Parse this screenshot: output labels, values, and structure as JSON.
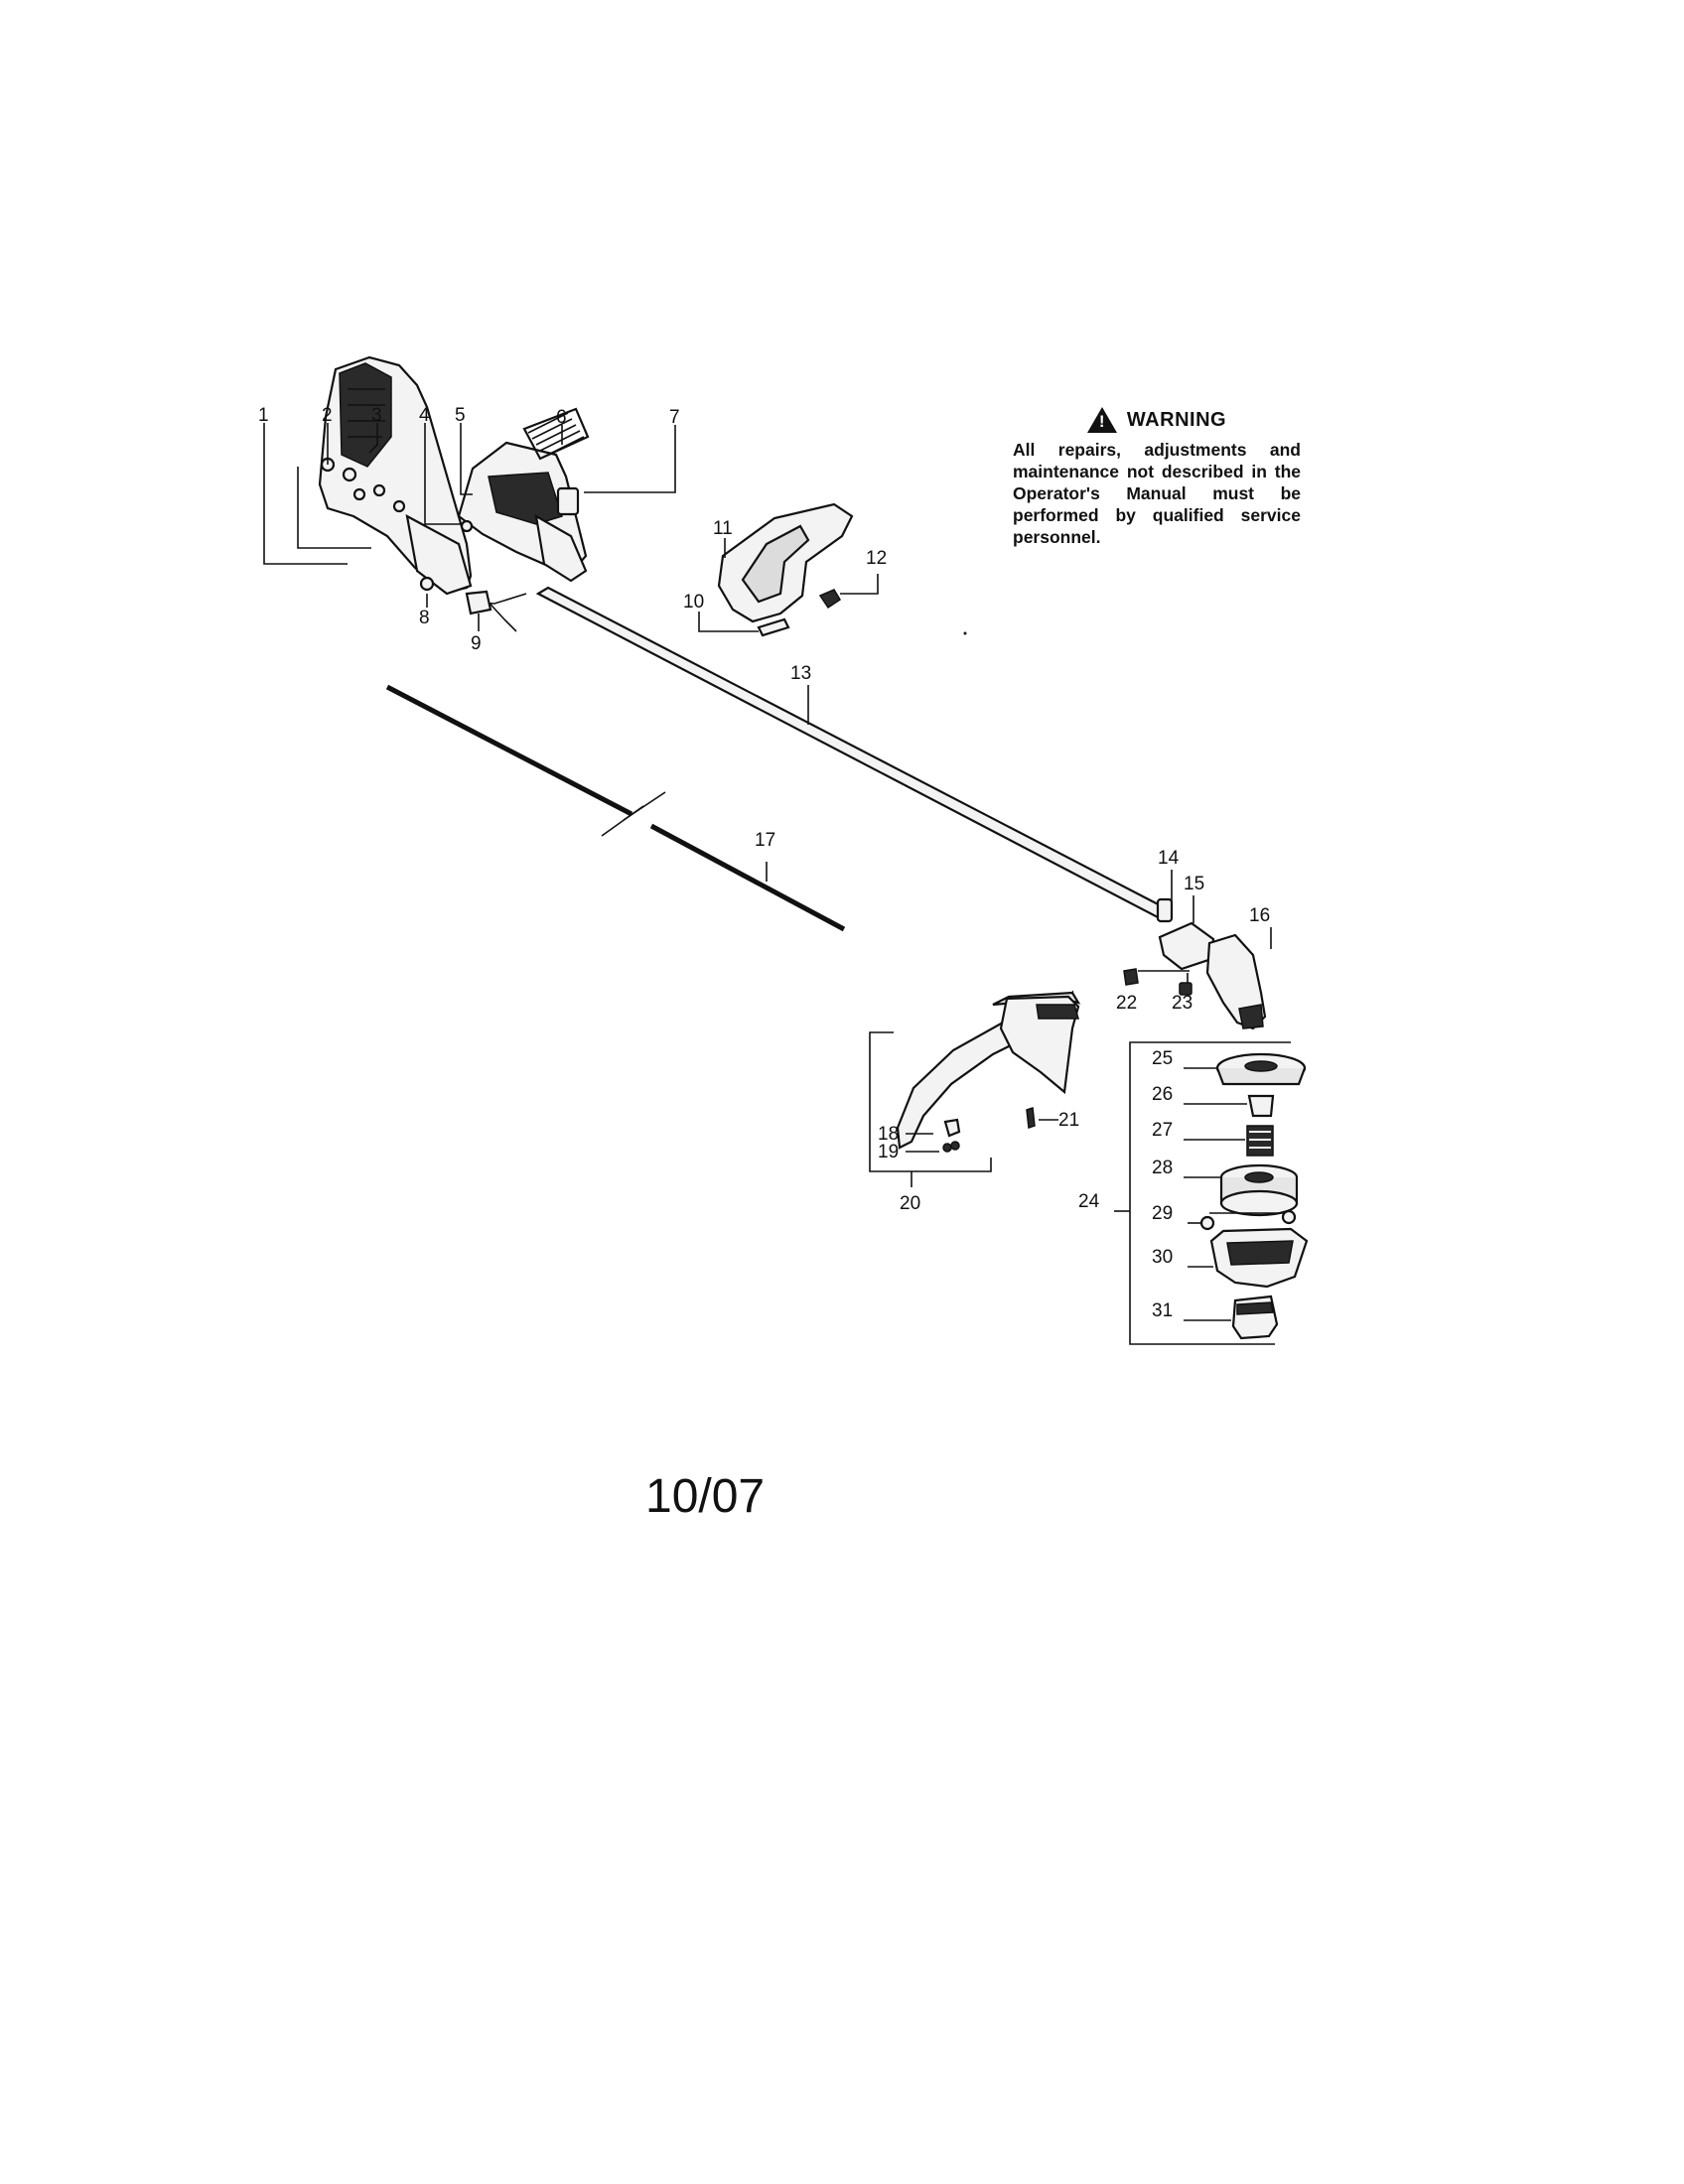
{
  "warning": {
    "title": "WARNING",
    "text": "All repairs, adjustments and maintenance not described in the Operator's Manual must be performed by qualified service personnel."
  },
  "callouts": {
    "c1": "1",
    "c2": "2",
    "c3": "3",
    "c4": "4",
    "c5": "5",
    "c6": "6",
    "c7": "7",
    "c8": "8",
    "c9": "9",
    "c10": "10",
    "c11": "11",
    "c12": "12",
    "c13": "13",
    "c14": "14",
    "c15": "15",
    "c16": "16",
    "c17": "17",
    "c18": "18",
    "c19": "19",
    "c20": "20",
    "c21": "21",
    "c22": "22",
    "c23": "23",
    "c24": "24",
    "c25": "25",
    "c26": "26",
    "c27": "27",
    "c28": "28",
    "c29": "29",
    "c30": "30",
    "c31": "31"
  },
  "footer": {
    "date": "10/07"
  }
}
